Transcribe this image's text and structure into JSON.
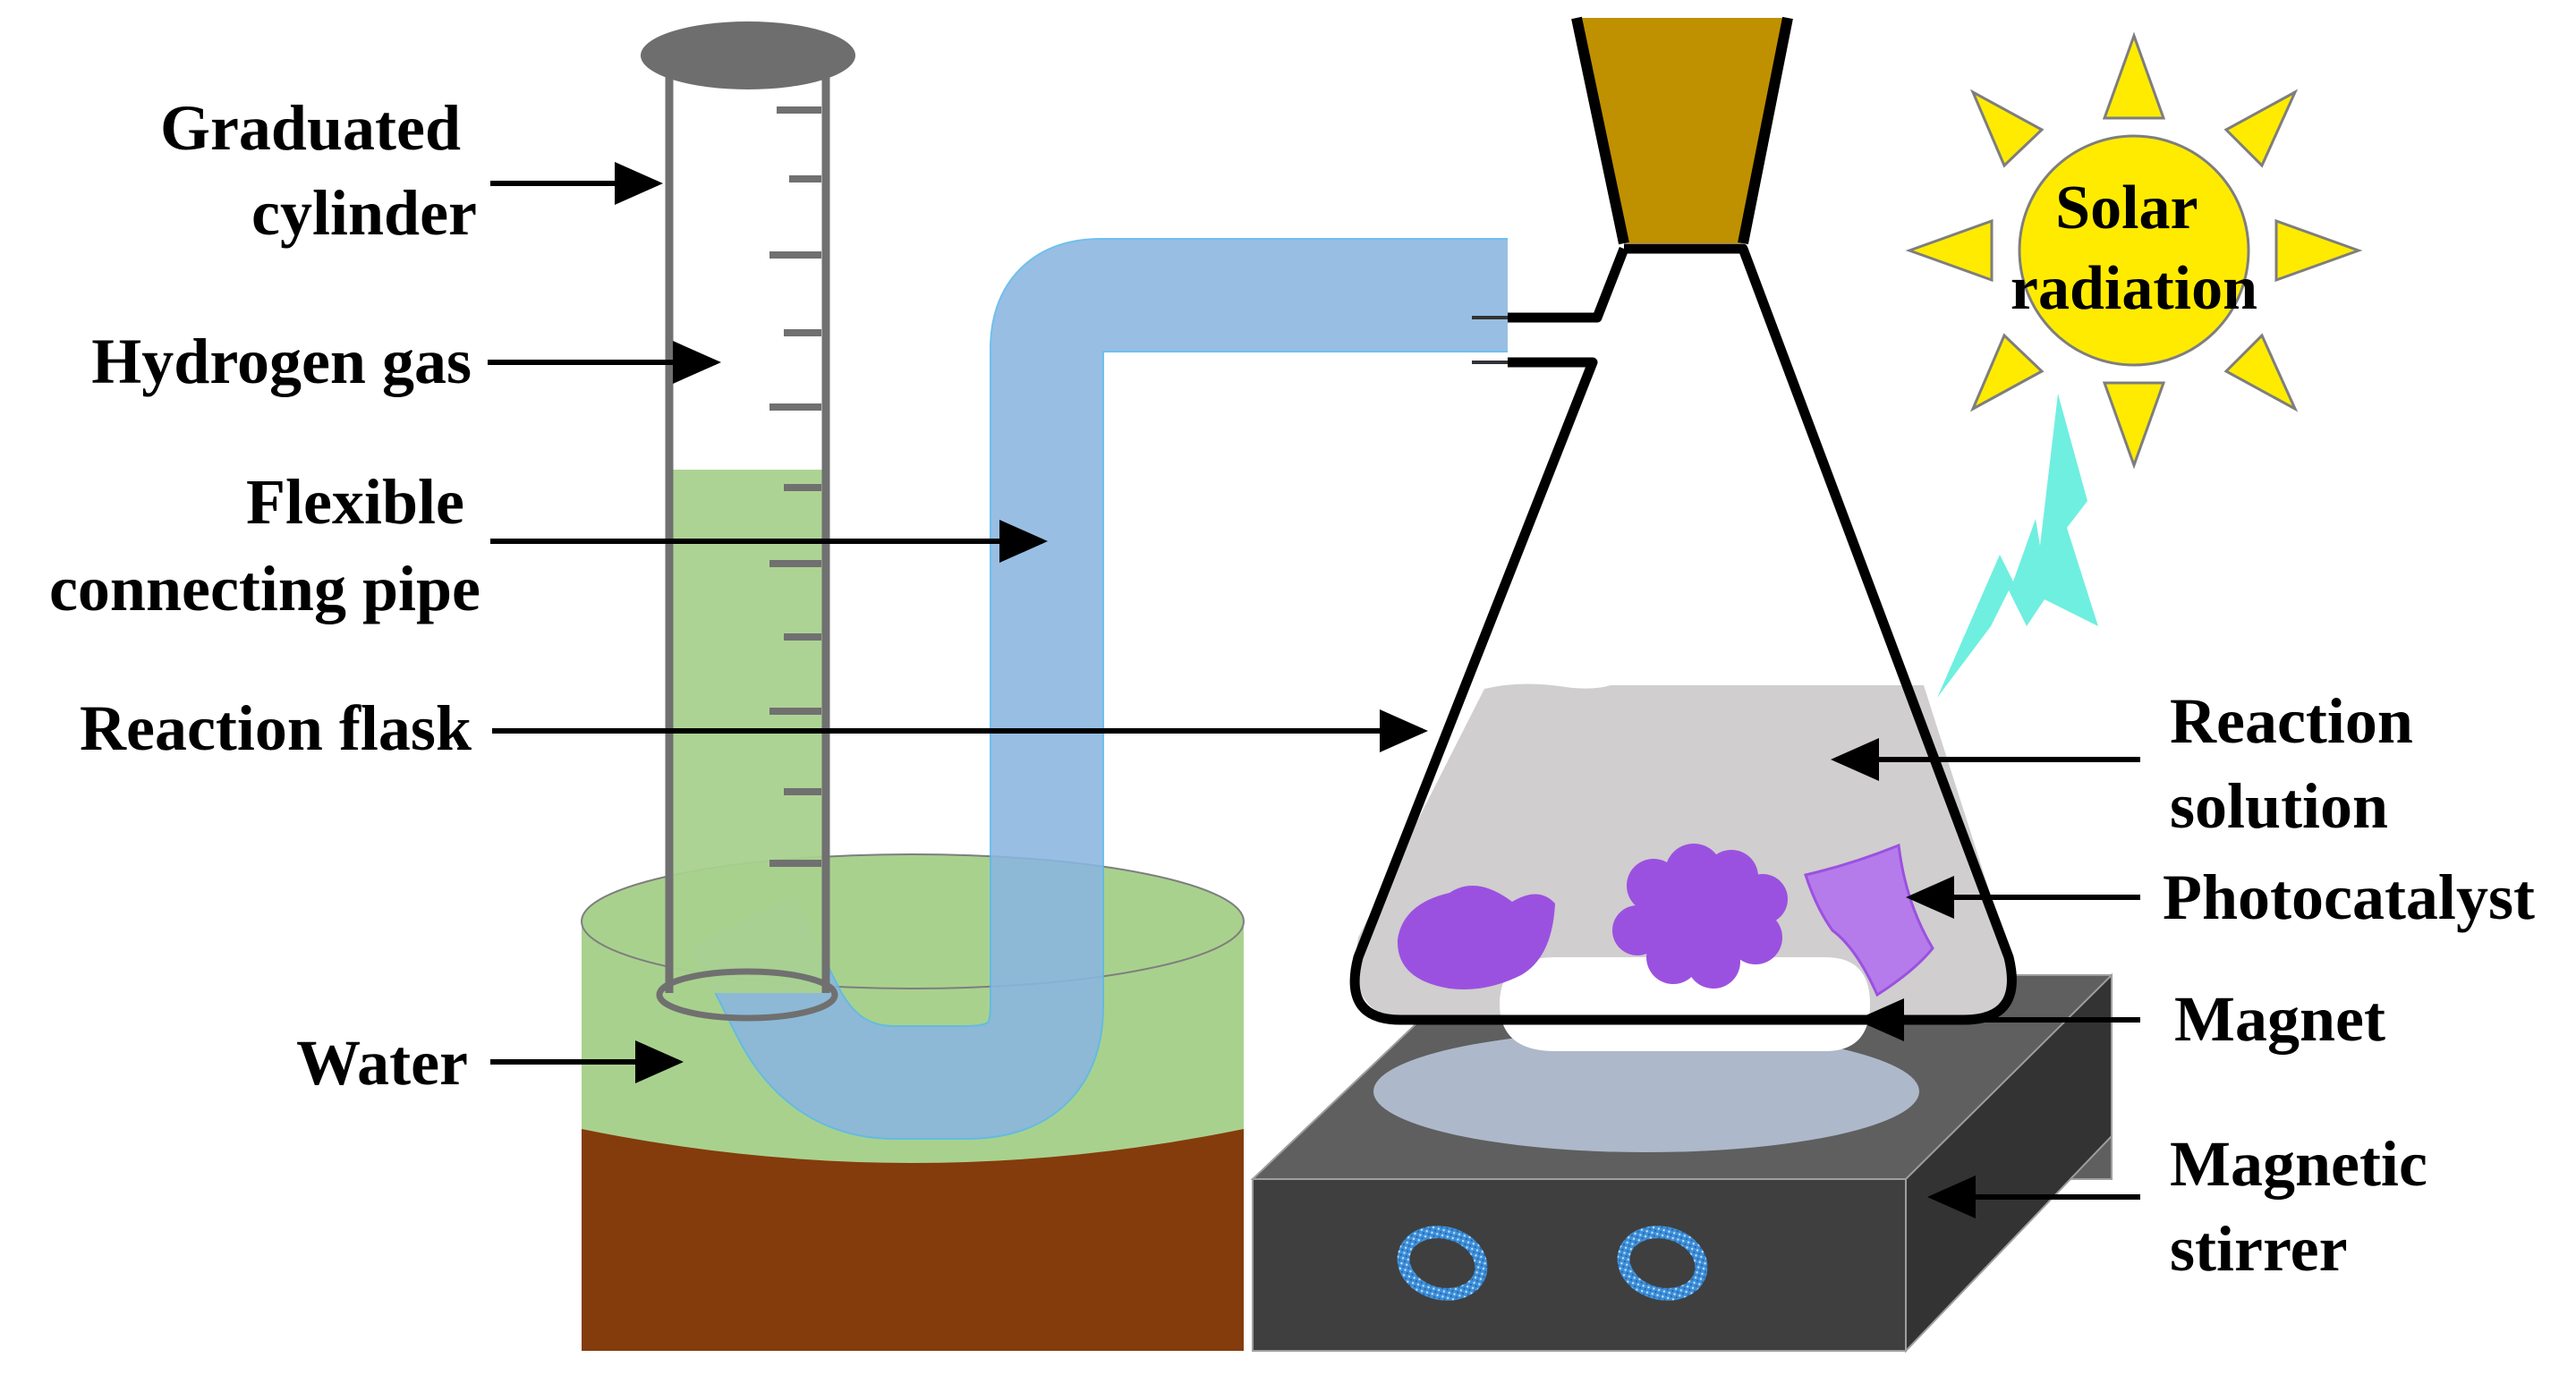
{
  "labels": {
    "graduated_cylinder": [
      "Graduated",
      "cylinder"
    ],
    "hydrogen_gas": "Hydrogen gas",
    "flexible_pipe": [
      "Flexible",
      "connecting pipe"
    ],
    "reaction_flask": "Reaction flask",
    "water": "Water",
    "reaction_solution": [
      "Reaction",
      "solution"
    ],
    "photocatalyst": "Photocatalyst",
    "magnet": "Magnet",
    "magnetic_stirrer": [
      "Magnetic",
      "stirrer"
    ],
    "solar_radiation": [
      "Solar",
      "radiation"
    ]
  },
  "colors": {
    "water": "#A9D18E",
    "basin_bottom": "#843C0C",
    "pipe": "#8AB6E0",
    "pipe_edge": "#5BB8EC",
    "stopper": "#BF9000",
    "solution": "#D0CECE",
    "stirrer_top": "#5F5F5F",
    "stirrer_front": "#3F3F3F",
    "stirrer_side": "#333333",
    "sun": "#FFEB00",
    "lightning": "#6FEFE0",
    "photocatalyst_dark": "#9B51E0",
    "photocatalyst_light": "#B57BEB",
    "cylinder_outline": "#707070",
    "cylinder_top": "#6E6E6E"
  },
  "icons": [
    "sun-icon",
    "lightning-icon",
    "arrow-icon"
  ]
}
